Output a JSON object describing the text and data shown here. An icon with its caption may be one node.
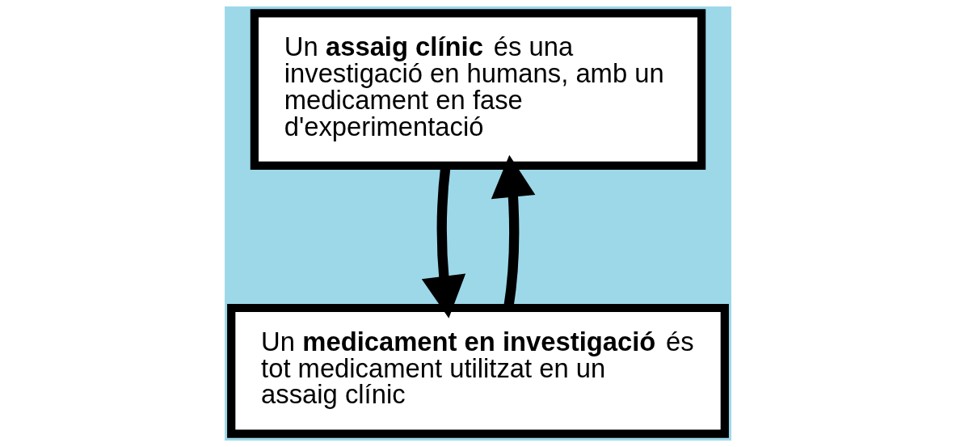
{
  "diagram": {
    "nodes": [
      {
        "text": [
          "Un **assaig clínic** és una investigació en humans, amb un medicament en fase d'experimentació"
        ]
      },
      {
        "text": [
          "Un **medicament en investigació** és tot medicament utilitzat en un assaig clínic"
        ]
      }
    ],
    "edges": [
      {
        "from": 0,
        "to": 1,
        "arrow": "to"
      },
      {
        "from": 1,
        "to": 0,
        "arrow": "to"
      }
    ]
  }
}
